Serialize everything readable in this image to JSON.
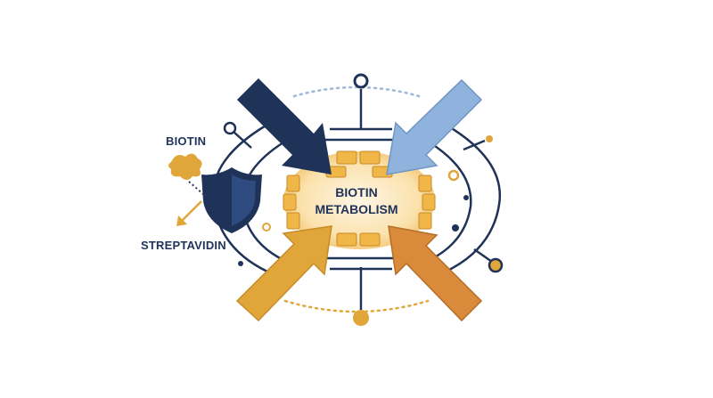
{
  "labels": {
    "biotin": "BIOTIN",
    "streptavidin": "STREPTAVIDIN",
    "center_line1": "BIOTIN",
    "center_line2": "METABOLISM"
  },
  "colors": {
    "navy": "#1f3358",
    "light_blue": "#8fb3dc",
    "gold": "#e0a63a",
    "orange": "#d98a3a",
    "core_fill": "#fbe6b8",
    "brick": "#f0b648"
  },
  "icons": {
    "shield": "shield-icon",
    "biotin_molecule": "biotin-blob-icon",
    "arrows": "pathway-arrow-icon"
  }
}
